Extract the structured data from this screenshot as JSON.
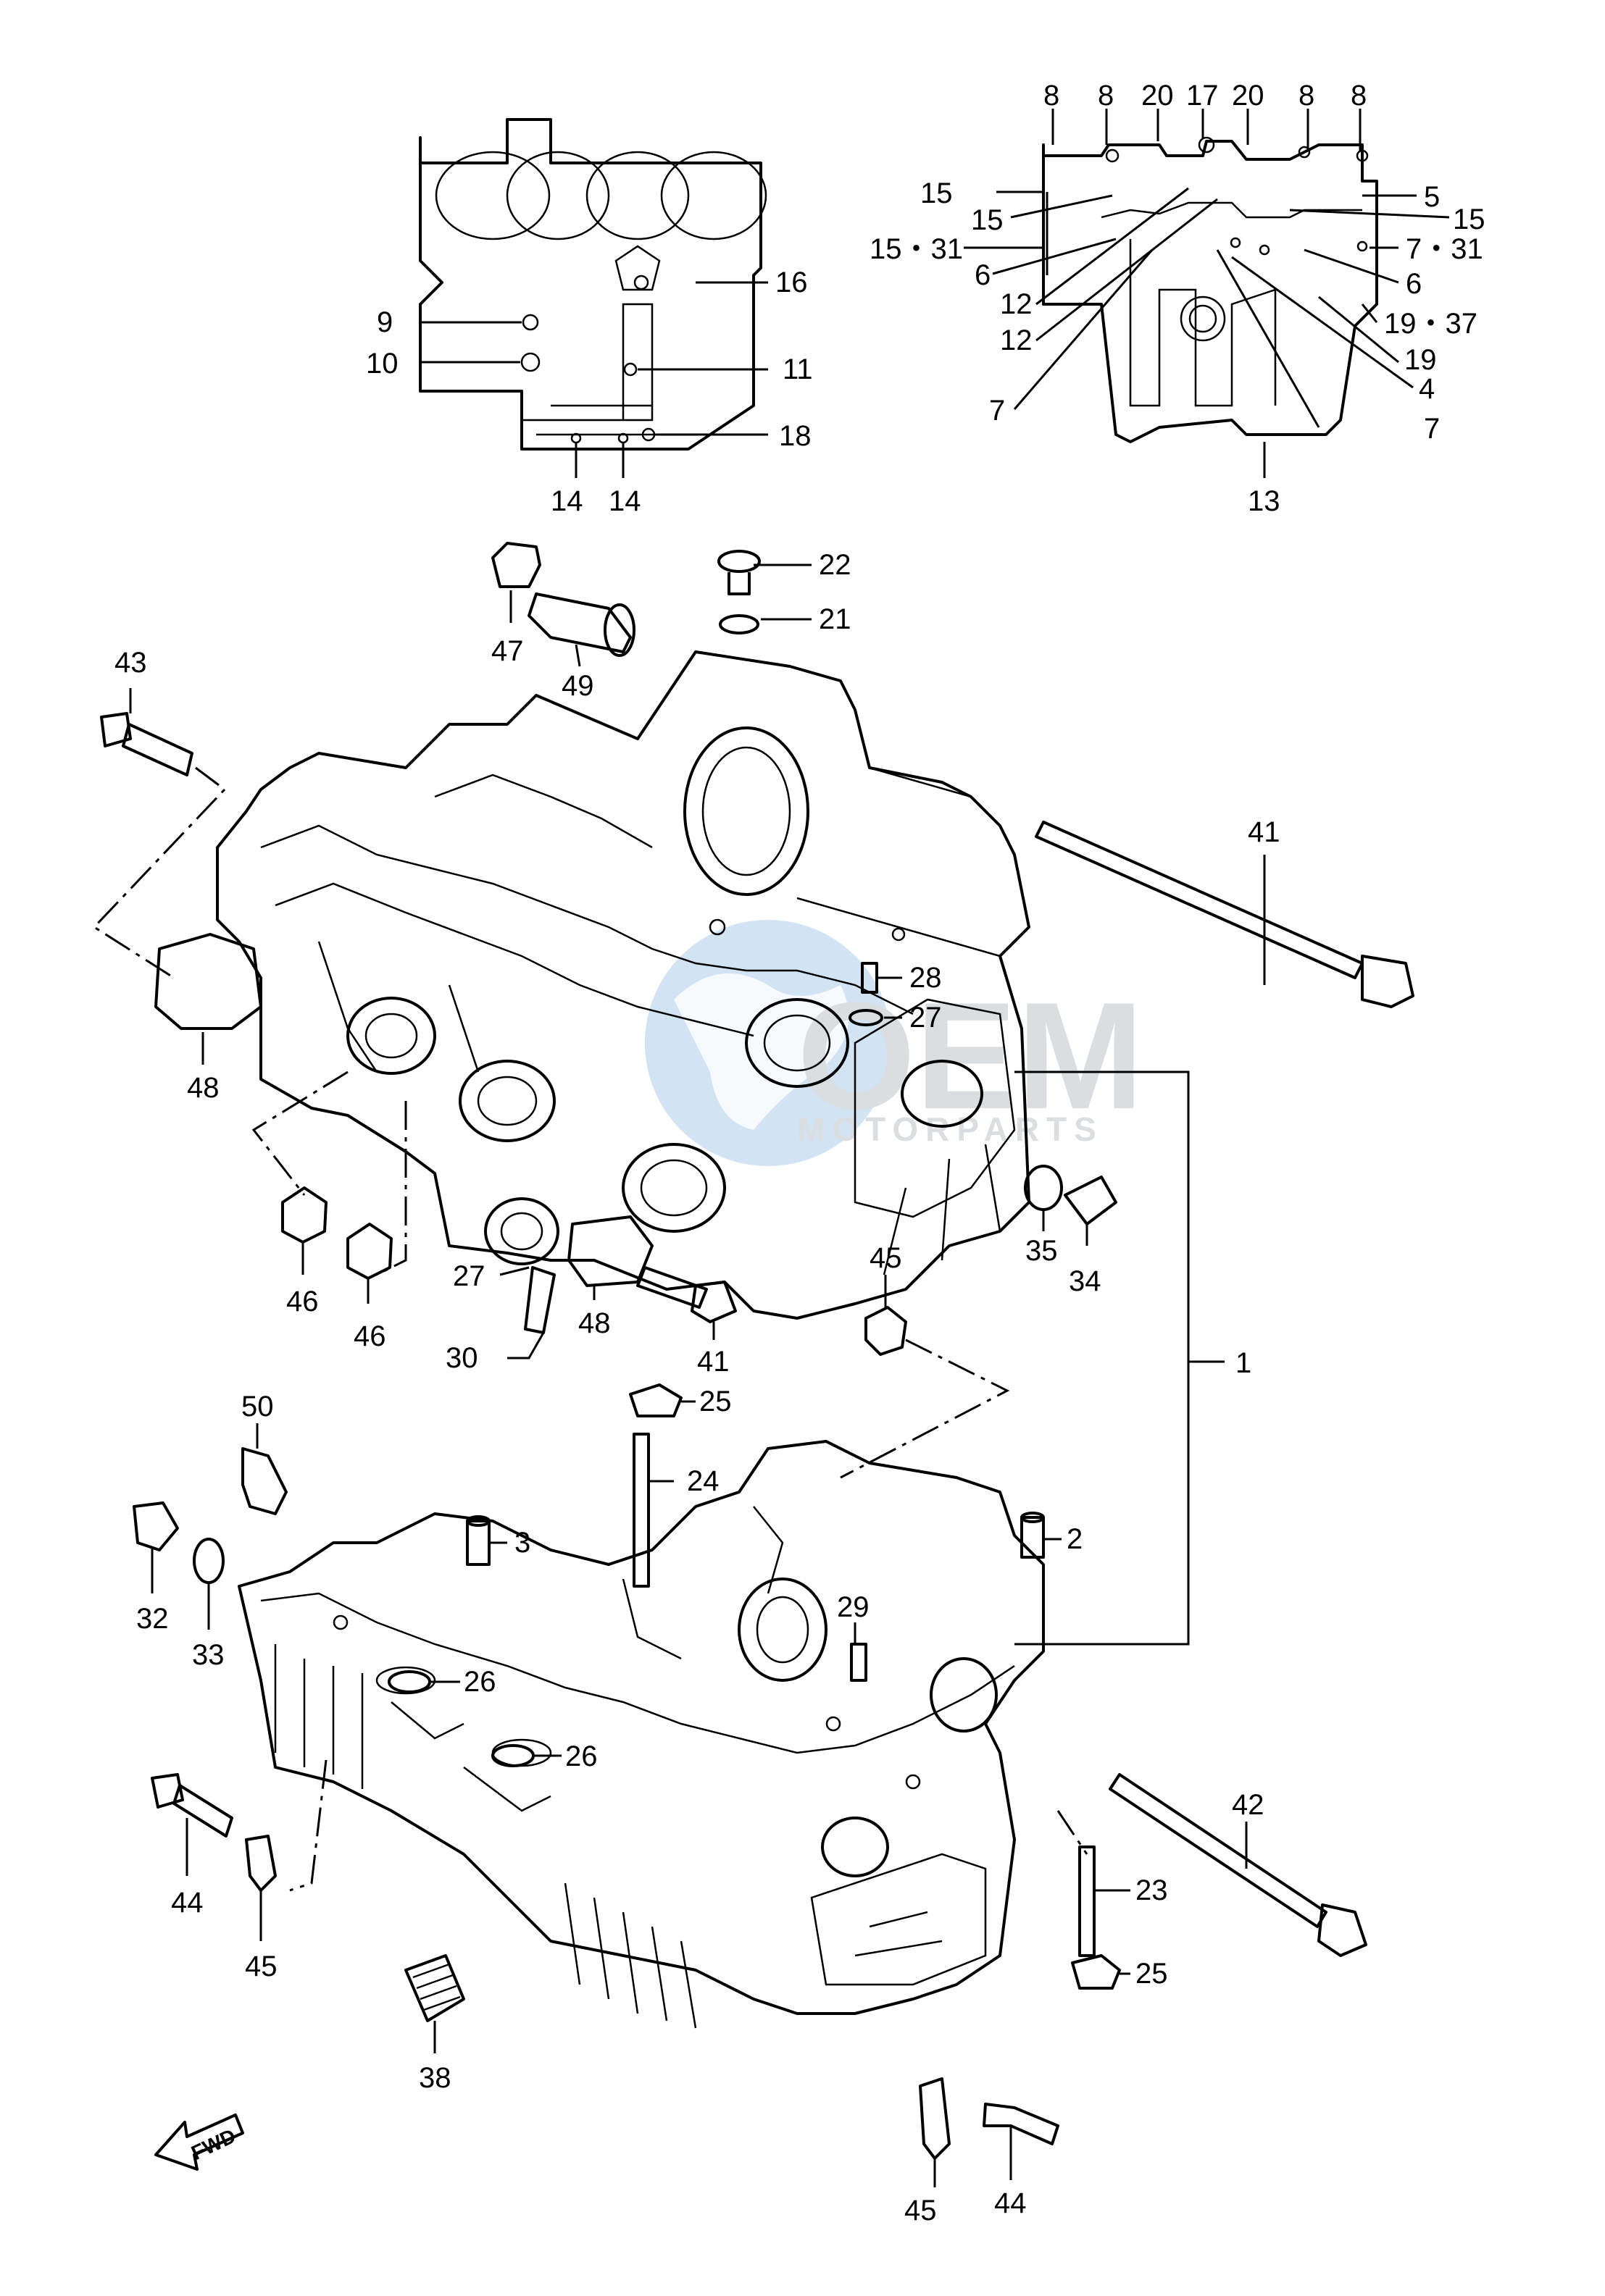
{
  "labels": {
    "l8a": "8",
    "l8b": "8",
    "l20a": "20",
    "l17": "17",
    "l20b": "20",
    "l8c": "8",
    "l8d": "8",
    "l15a": "15",
    "l15b": "15",
    "l15c": "15",
    "l5": "5",
    "l15_31a": "15・31",
    "l7_31": "7・31",
    "l6a": "6",
    "l6b": "6",
    "l12a": "12",
    "l12b": "12",
    "l19_37": "19・37",
    "l19": "19",
    "l4": "4",
    "l7a": "7",
    "l7b": "7",
    "l13": "13",
    "l9": "9",
    "l10": "10",
    "l11": "11",
    "l16": "16",
    "l18": "18",
    "l14a": "14",
    "l14b": "14",
    "l22": "22",
    "l21": "21",
    "l47": "47",
    "l49": "49",
    "l43": "43",
    "l41a": "41",
    "l48a": "48",
    "l28": "28",
    "l27a": "27",
    "l1": "1",
    "l35": "35",
    "l34": "34",
    "l46a": "46",
    "l46b": "46",
    "l27b": "27",
    "l30": "30",
    "l48b": "48",
    "l41b": "41",
    "l45a": "45",
    "l25a": "25",
    "l24": "24",
    "l50": "50",
    "l3": "3",
    "l2": "2",
    "l32": "32",
    "l33": "33",
    "l29": "29",
    "l26a": "26",
    "l26b": "26",
    "l42": "42",
    "l44a": "44",
    "l45b": "45",
    "l23": "23",
    "l25b": "25",
    "l38": "38",
    "l45c": "45",
    "l44b": "44"
  },
  "watermark": {
    "brand": "OEM",
    "sub": "MOTORPARTS"
  },
  "fwd_arrow": "FWD"
}
